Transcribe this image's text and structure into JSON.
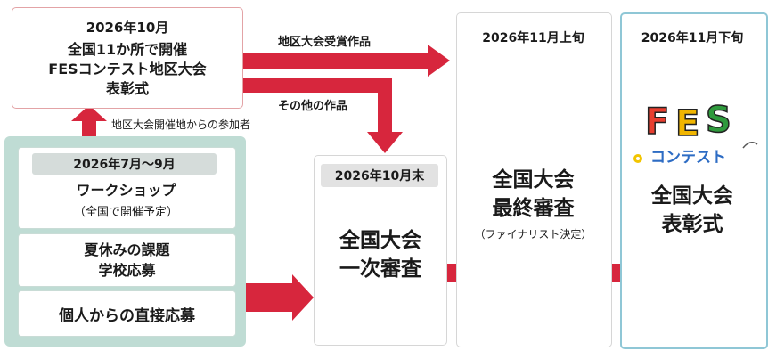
{
  "regional": {
    "date": "2026年10月",
    "line1": "全国11か所で開催",
    "line2": "FESコンテスト地区大会",
    "line3": "表彰式"
  },
  "labels": {
    "awarded": "地区大会受賞作品",
    "others": "その他の作品",
    "participants": "地区大会開催地からの参加者"
  },
  "workshop": {
    "date": "2026年7月〜9月",
    "title": "ワークショップ",
    "note": "（全国で開催予定）"
  },
  "school": {
    "line1": "夏休みの課題",
    "line2": "学校応募"
  },
  "direct": {
    "label": "個人からの直接応募"
  },
  "first_review": {
    "date": "2026年10月末",
    "line1": "全国大会",
    "line2": "一次審査"
  },
  "final_review": {
    "date": "2026年11月上旬",
    "line1": "全国大会",
    "line2": "最終審査",
    "note": "（ファイナリスト決定）"
  },
  "national": {
    "date": "2026年11月下旬",
    "logo_text": "FES",
    "logo_sub": "コンテスト",
    "line1": "全国大会",
    "line2": "表彰式"
  },
  "colors": {
    "arrow": "#d7263d",
    "green_panel": "#bfdcd4",
    "pink_border": "#e3a3a6",
    "blue_border": "#8fc7d6"
  }
}
